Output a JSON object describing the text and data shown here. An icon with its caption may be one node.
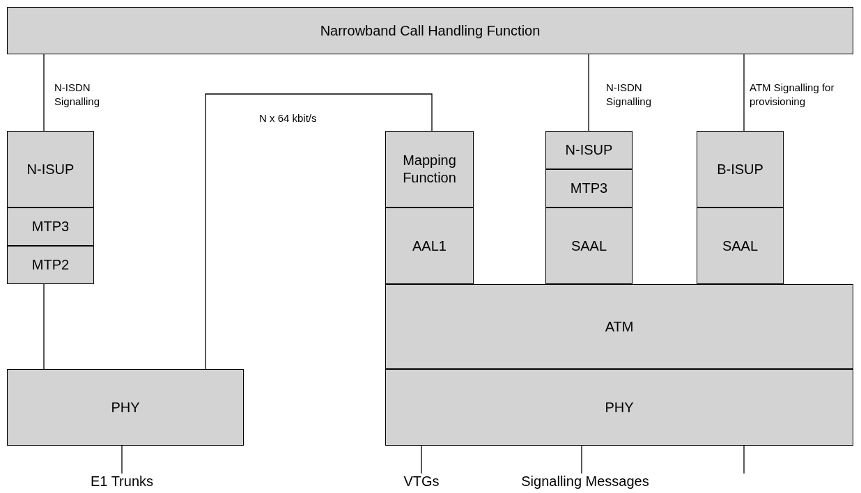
{
  "diagram": {
    "nodes": [
      {
        "text": [
          "Narrowband Call Handling Function"
        ]
      },
      {
        "text": [
          "N-ISUP"
        ]
      },
      {
        "text": [
          "MTP3"
        ]
      },
      {
        "text": [
          "MTP2"
        ]
      },
      {
        "text": [
          "PHY"
        ]
      },
      {
        "text": [
          "Mapping Function"
        ]
      },
      {
        "text": [
          "AAL1"
        ]
      },
      {
        "text": [
          "N-ISUP"
        ]
      },
      {
        "text": [
          "MTP3"
        ]
      },
      {
        "text": [
          "SAAL"
        ]
      },
      {
        "text": [
          "B-ISUP"
        ]
      },
      {
        "text": [
          "SAAL"
        ]
      },
      {
        "text": [
          "ATM"
        ]
      },
      {
        "text": [
          "PHY"
        ]
      },
      {
        "text": [
          "E1 Trunks"
        ]
      },
      {
        "text": [
          "VTGs"
        ]
      },
      {
        "text": [
          "Signalling Messages"
        ]
      }
    ],
    "edges": [
      {
        "from": 0,
        "to": 1,
        "arrow": "none",
        "label": "N-ISDN Signalling"
      },
      {
        "from": 3,
        "to": 4,
        "arrow": "none"
      },
      {
        "from": 4,
        "to": 5,
        "arrow": "none",
        "label": "N x 64 kbit/s"
      },
      {
        "from": 0,
        "to": 7,
        "arrow": "none",
        "label": "N-ISDN Signalling"
      },
      {
        "from": 0,
        "to": 10,
        "arrow": "none",
        "label": "ATM Signalling for provisioning"
      },
      {
        "from": 4,
        "to": 14,
        "arrow": "none"
      },
      {
        "from": 13,
        "to": 15,
        "arrow": "none"
      },
      {
        "from": 13,
        "to": 16,
        "arrow": "none"
      },
      {
        "from": 13,
        "to": null,
        "arrow": "none"
      }
    ]
  }
}
